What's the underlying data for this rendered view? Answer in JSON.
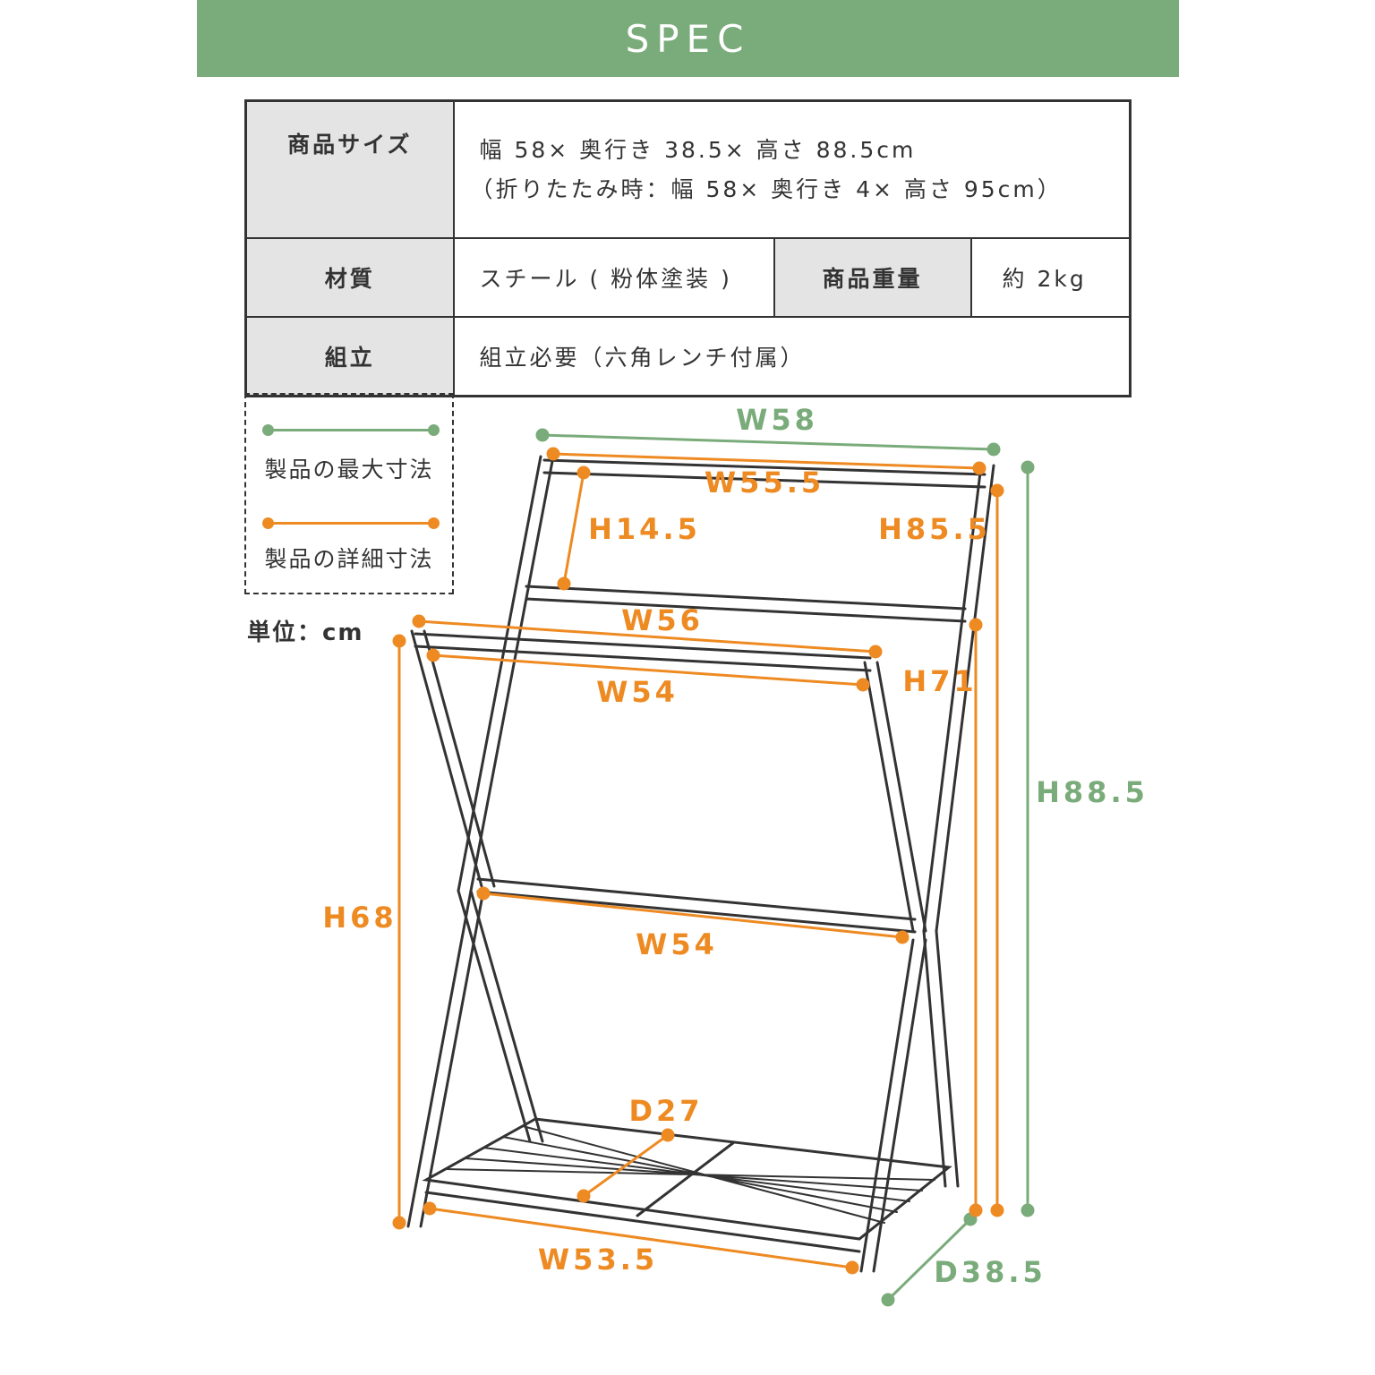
{
  "banner": {
    "title": "SPEC"
  },
  "colors": {
    "green": "#7aab7a",
    "orange": "#ee8a22",
    "line": "#333333",
    "header_bg": "#e4e4e4"
  },
  "spec_table": {
    "size_label": "商品サイズ",
    "size_line1": "幅 58× 奥行き 38.5× 高さ 88.5cm",
    "size_line2": "（折りたたみ時：幅 58× 奥行き 4× 高さ 95cm）",
    "material_label": "材質",
    "material_value": "スチール ( 粉体塗装 )",
    "weight_label": "商品重量",
    "weight_value": "約 2kg",
    "assembly_label": "組立",
    "assembly_value": "組立必要（六角レンチ付属）"
  },
  "legend": {
    "max_label": "製品の最大寸法",
    "detail_label": "製品の詳細寸法"
  },
  "unit_label": "単位：cm",
  "dimensions": {
    "w58": "W58",
    "w55_5": "W55.5",
    "h14_5": "H14.5",
    "h85_5": "H85.5",
    "w56": "W56",
    "w54_top": "W54",
    "h71": "H71",
    "h88_5": "H88.5",
    "h68": "H68",
    "w54_mid": "W54",
    "d27": "D27",
    "w53_5": "W53.5",
    "d38_5": "D38.5"
  }
}
